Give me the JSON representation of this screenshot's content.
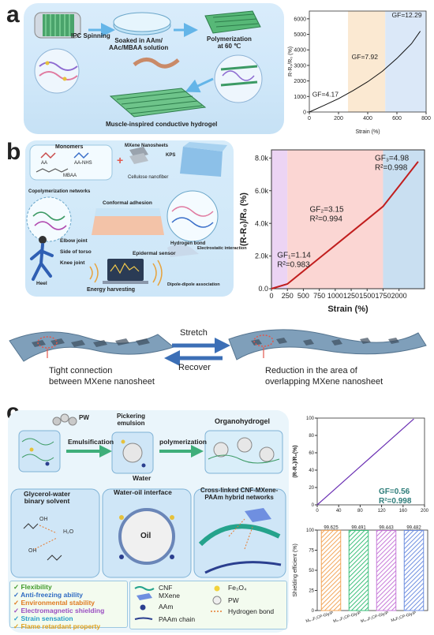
{
  "panel_labels": {
    "a": "a",
    "b": "b",
    "c": "c"
  },
  "panel_a": {
    "steps": {
      "spin": "IPC Spinning",
      "soak": "Soaked in AAm/\nAAc/MBAA solution",
      "poly": "Polymerization\nat 60 ℃"
    },
    "caption": "Muscle-inspired conductive hydrogel",
    "chart_data": {
      "type": "line",
      "x": [
        0,
        100,
        200,
        300,
        400,
        500,
        600,
        700,
        760
      ],
      "y": [
        0,
        420,
        860,
        1380,
        1950,
        2620,
        3450,
        4400,
        5200
      ],
      "xlim": [
        0,
        800
      ],
      "ylim": [
        0,
        6500
      ],
      "xticks": [
        0,
        200,
        400,
        600,
        800
      ],
      "yticks": [
        0,
        1000,
        2000,
        3000,
        4000,
        5000,
        6000
      ],
      "xlabel": "Strain (%)",
      "ylabel": "R-R₀/R₀ (%)",
      "regions": [
        {
          "x0": 0,
          "x1": 265,
          "color": "#ffffff"
        },
        {
          "x0": 265,
          "x1": 520,
          "color": "#fbe9d2"
        },
        {
          "x0": 520,
          "x1": 800,
          "color": "#dbe8f8"
        }
      ],
      "annotations": [
        {
          "text": "GF=4.17",
          "x": 20,
          "y": 1000
        },
        {
          "text": "GF=7.92",
          "x": 290,
          "y": 3400
        },
        {
          "text": "GF=12.29",
          "x": 565,
          "y": 6100
        }
      ]
    }
  },
  "panel_b": {
    "labels": {
      "monomers": "Monomers",
      "aa": "AA",
      "aanhs": "AA-NHS",
      "mbaa": "MBAA",
      "mxene": "MXene Nanosheets",
      "kps": "KPS",
      "cnf": "Cellulose nanofiber",
      "copoly": "Copolymerization networks",
      "conformal": "Conformal adhesion",
      "elbow": "Elbow joint",
      "torso": "Side of torso",
      "knee": "Knee joint",
      "heel": "Heel",
      "energy": "Energy harvesting",
      "epidermal": "Epidermal sensor",
      "hbond": "Hydrogen bond",
      "electro": "Electrostatic interaction",
      "dipole": "Dipole-dipole association"
    },
    "chart_data": {
      "type": "line",
      "x": [
        0,
        250,
        500,
        750,
        1000,
        1250,
        1500,
        1750,
        2000,
        2300
      ],
      "y": [
        0,
        290,
        1080,
        1870,
        2660,
        3450,
        4240,
        5040,
        6280,
        7780
      ],
      "xlim": [
        0,
        2400
      ],
      "ylim": [
        0,
        8500
      ],
      "xticks": [
        0,
        250,
        500,
        750,
        1000,
        1250,
        1500,
        1750,
        2000
      ],
      "yticks": [
        0,
        2000,
        4000,
        6000,
        8000
      ],
      "ytick_labels": [
        "0.0",
        "2.0k",
        "4.0k",
        "6.0k",
        "8.0k"
      ],
      "xlabel": "Strain (%)",
      "ylabel": "(R-R₀)/R₀ (%)",
      "regions": [
        {
          "x0": 0,
          "x1": 250,
          "color": "#ecd4f4"
        },
        {
          "x0": 250,
          "x1": 1750,
          "color": "#fbd6d3"
        },
        {
          "x0": 1750,
          "x1": 2400,
          "color": "#c9dff1"
        }
      ],
      "annotations": [
        {
          "text": "GF₁=1.14",
          "sub": "R²=0.983",
          "x": 90,
          "y": 1900
        },
        {
          "text": "GF₂=3.15",
          "sub": "R²=0.994",
          "x": 600,
          "y": 4700
        },
        {
          "text": "GF₃=4.98",
          "sub": "R²=0.998",
          "x": 1620,
          "y": 7850
        }
      ]
    },
    "stretch": "Stretch",
    "recover": "Recover",
    "left_caption": "Tight connection\nbetween MXene nanosheet",
    "right_caption": "Reduction in the area of\noverlapping MXene nanosheet"
  },
  "panel_c": {
    "pw": "PW",
    "emulsification": "Emulsification",
    "pickering": "Pickering\nemulsion",
    "polymerization": "polymerization",
    "organo": "Organohydrogel",
    "glycerol": "Glycerol-water\nbinary solvent",
    "interface": "Water-oil interface",
    "oil": "Oil",
    "water": "Water",
    "crosslinked": "Cross-linked CNF-MXene-\nPAAm hybrid networks",
    "features": [
      {
        "text": "✓ Flexibility",
        "color": "#3f9a2a"
      },
      {
        "text": "✓ Anti-freezing ability",
        "color": "#2f6bc3"
      },
      {
        "text": "✓ Environmental stability",
        "color": "#e07a1f"
      },
      {
        "text": "✓ Electromagnetic shielding",
        "color": "#9a4fc1"
      },
      {
        "text": "✓ Strain sensation",
        "color": "#2a9ec9"
      },
      {
        "text": "✓ Flame retardant property",
        "color": "#e0a21f"
      }
    ],
    "key": {
      "cnf": "CNF",
      "mxene": "MXene",
      "aam": "AAm",
      "paam": "PAAm chain",
      "fe": "Fe₃O₄",
      "pw": "PW",
      "hb": "Hydrogen bond"
    },
    "chart_data": [
      {
        "type": "line",
        "x": [
          0,
          20,
          40,
          60,
          80,
          100,
          120,
          140,
          160,
          180
        ],
        "y": [
          0,
          11,
          22,
          33,
          44,
          55,
          66,
          77,
          88,
          99
        ],
        "xlim": [
          0,
          200
        ],
        "ylim": [
          0,
          100
        ],
        "xticks": [
          0,
          40,
          80,
          120,
          160,
          200
        ],
        "yticks": [
          0,
          20,
          40,
          60,
          80,
          100
        ],
        "ylabel": "(R-R₀)/R₀(%)",
        "annotations": [
          {
            "text": "GF=0.56"
          },
          {
            "text": "R²=0.998"
          }
        ]
      },
      {
        "type": "bar",
        "categories": [
          "M₀.₁F₁CP-Gly/P",
          "M₀.₂F₁CP-Gly/P",
          "M₀.₃F₁CP-Gly/P",
          "M₀F₁CP-Gly/P"
        ],
        "values": [
          99.625,
          99.491,
          99.443,
          99.482
        ],
        "value_labels": [
          "99.625",
          "99.491",
          "99.443",
          "99.482"
        ],
        "colors": [
          "#f2a65a",
          "#3bbf7a",
          "#c77ad9",
          "#6f8fe0"
        ],
        "ylim": [
          0,
          100
        ],
        "yticks": [
          0,
          25,
          50,
          75,
          100
        ],
        "ylabel": "Shielding efficient (%)"
      }
    ]
  }
}
